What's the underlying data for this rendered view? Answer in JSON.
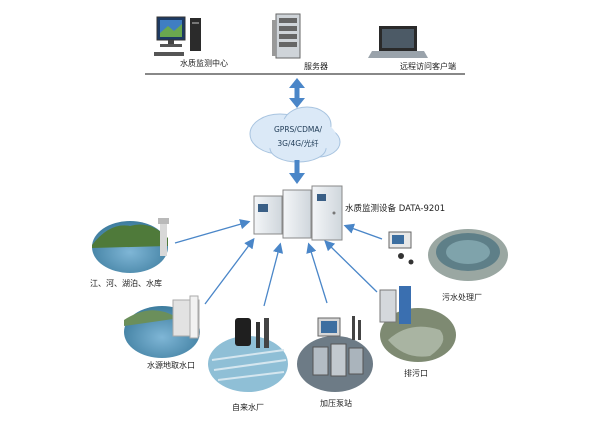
{
  "top": {
    "monitor_center_label": "水质监测中心",
    "server_label": "服务器",
    "remote_client_label": "远程访问客户端"
  },
  "network": {
    "line1": "GPRS/CDMA/",
    "line2": "3G/4G/光纤"
  },
  "device": {
    "label": "水质监测设备 DATA-9201"
  },
  "sites": {
    "rivers_label": "江、河、湖泊、水库",
    "intake_label": "水源地取水口",
    "waterworks_label": "自来水厂",
    "pump_station_label": "加压泵站",
    "outfall_label": "排污口",
    "sewage_plant_label": "污水处理厂"
  },
  "colors": {
    "arrow": "#4a86c8",
    "cloud": "#dbe9f7",
    "cabinet": "#e8ecef"
  }
}
